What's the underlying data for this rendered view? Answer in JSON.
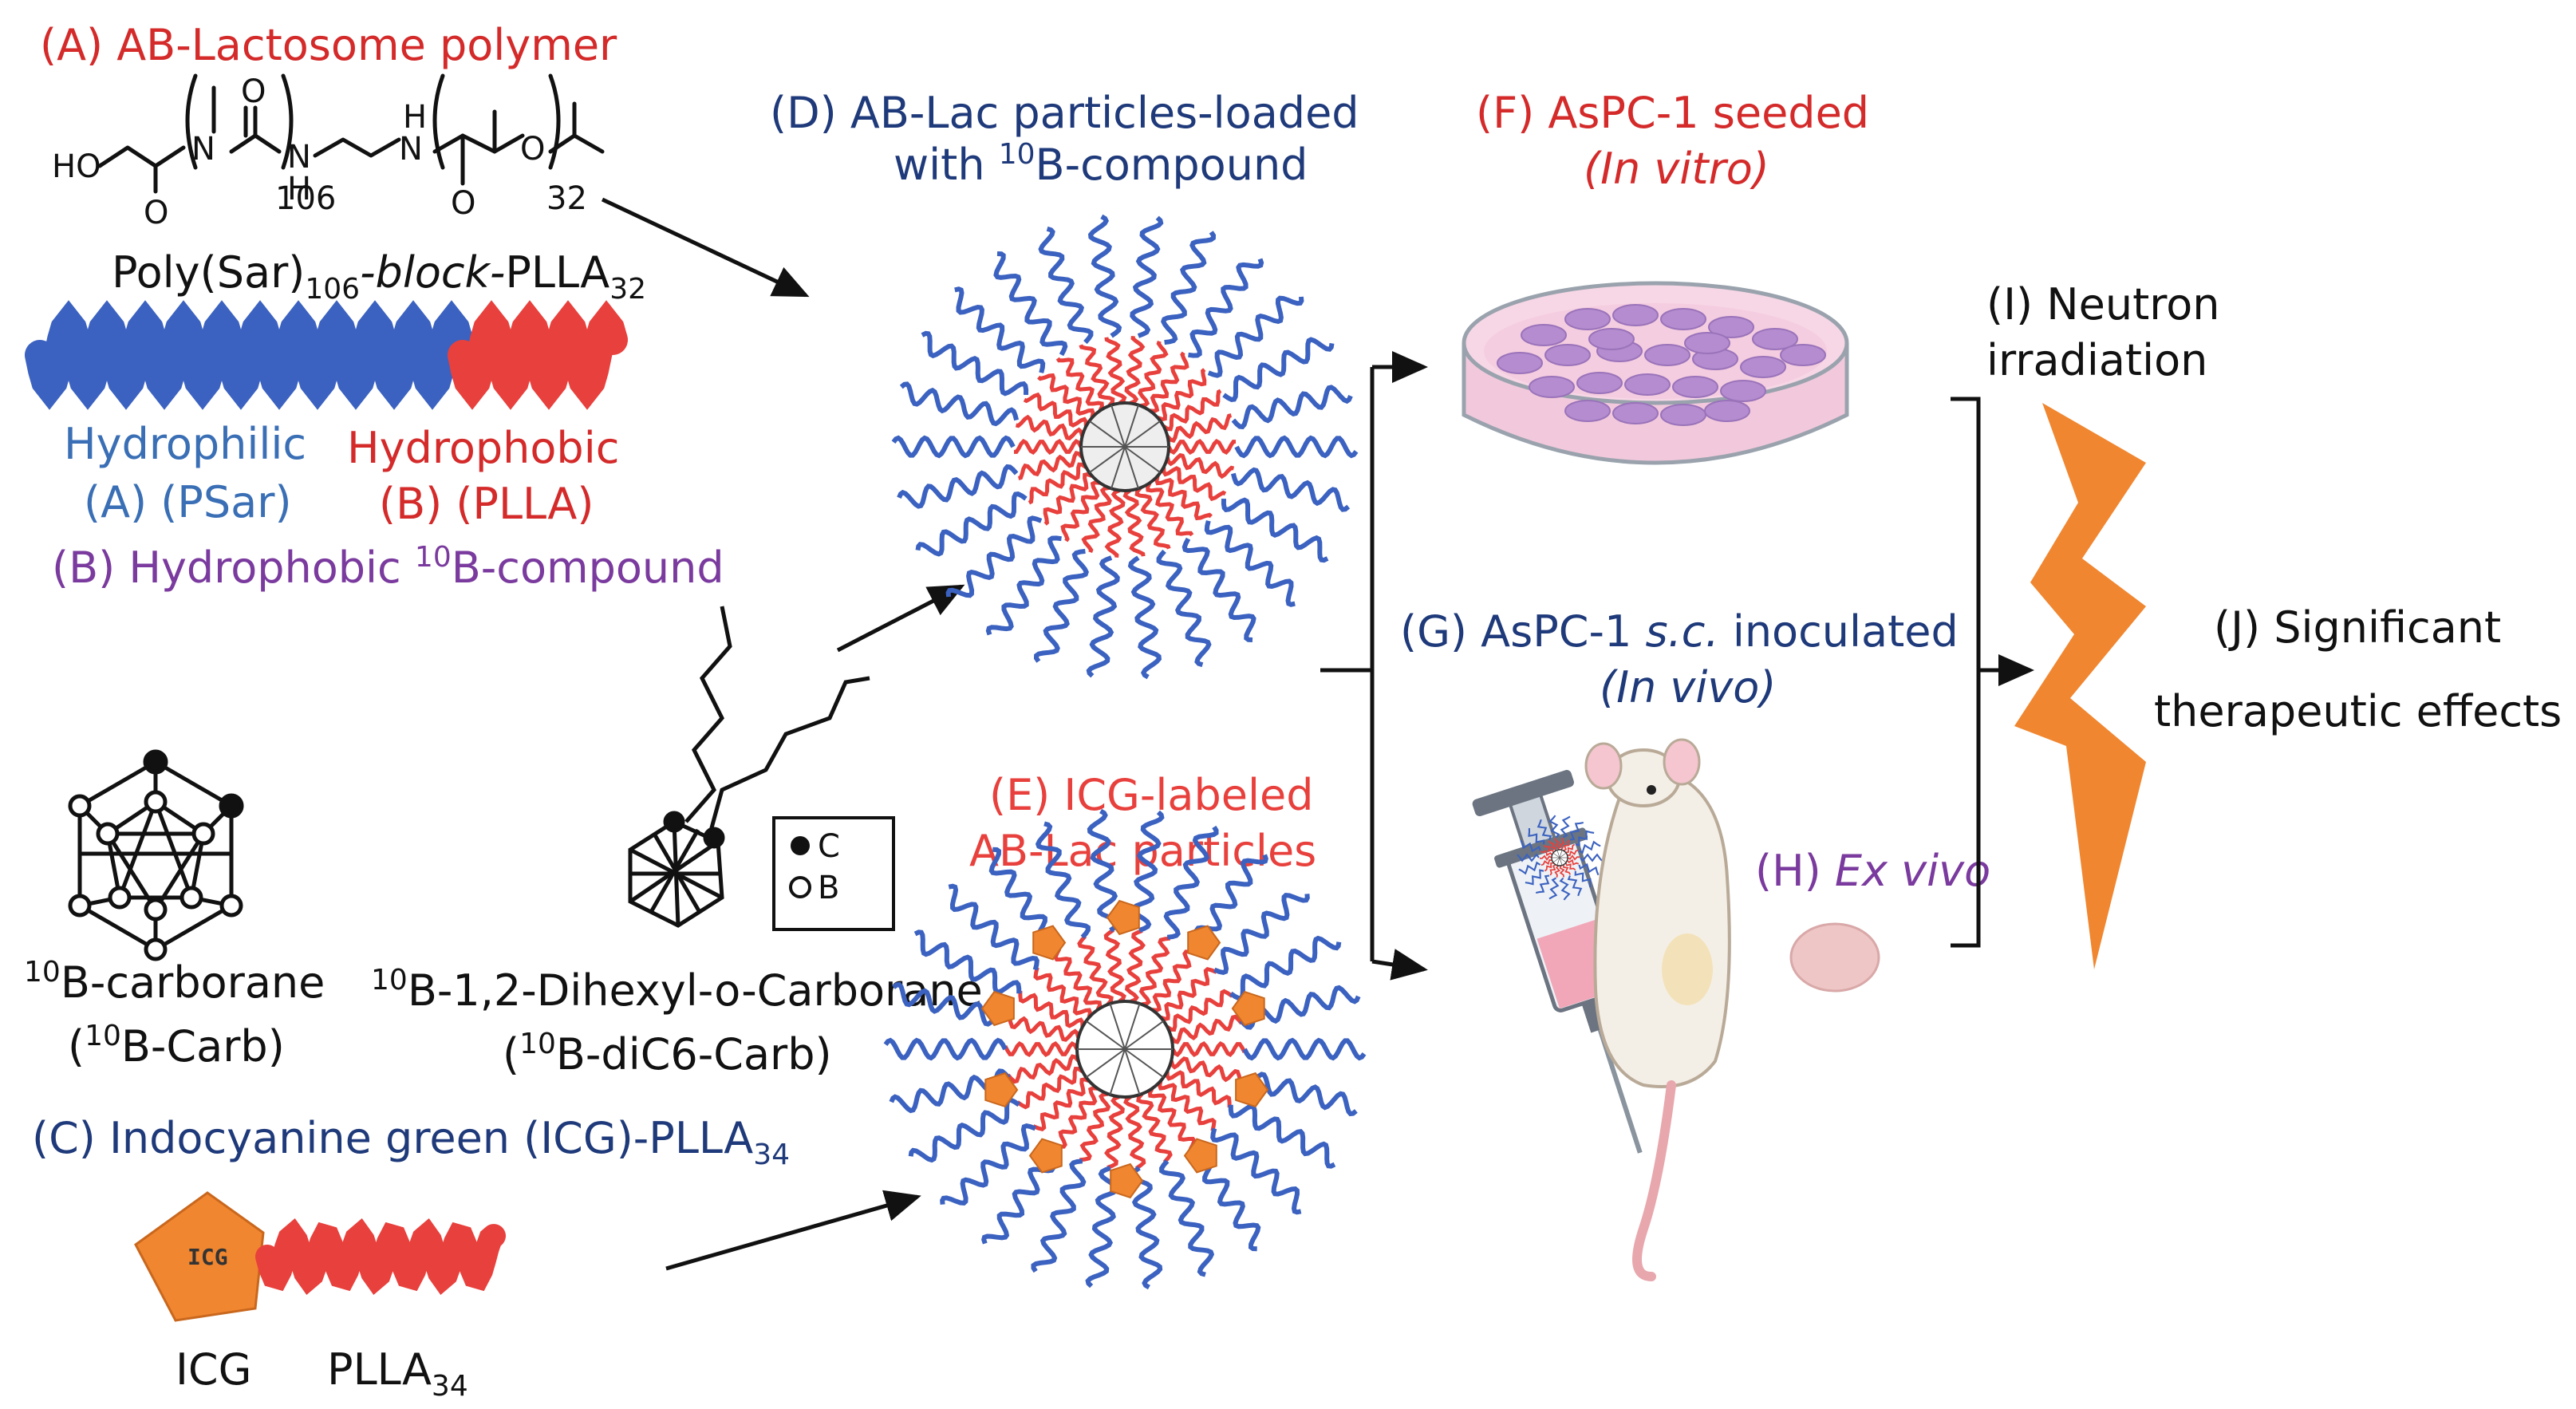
{
  "colors": {
    "red": "#d42a2a",
    "blue": "#1f3a7a",
    "lightblue": "#3a6fb5",
    "purple": "#7a3a9e",
    "black": "#111111",
    "orange": "#f08630",
    "polymer_blue": "#3b62c0",
    "polymer_red": "#e8403c",
    "dish_pink": "#f2c9dc",
    "cell_purple": "#b48ccf"
  },
  "labels": {
    "a_title": "(A) AB-Lactosome polymer",
    "a_formula_prefix": "Poly(Sar)",
    "a_formula_sub1": "106",
    "a_formula_mid": "-block-",
    "a_formula_plla": "PLLA",
    "a_formula_sub2": "32",
    "struct_ho": "HO",
    "struct_o": "O",
    "struct_n": "N",
    "struct_nh": "H",
    "struct_sub106": "106",
    "struct_sub32": "32",
    "hydrophilic": "Hydrophilic",
    "hydrophilic_part": "(A) (PSar)",
    "hydrophobic": "Hydrophobic",
    "hydrophobic_part": "(B) (PLLA)",
    "b_title_pre": "(B) Hydrophobic ",
    "b_title_sup": "10",
    "b_title_post": "B-compound",
    "carb_sup": "10",
    "carb_name": "B-carborane",
    "carb_abbr_pre": "(",
    "carb_abbr_post": "B-Carb)",
    "dic6_sup": "10",
    "dic6_name": "B-1,2-Dihexyl-o-Carborane",
    "dic6_abbr_pre": "(",
    "dic6_abbr_post": "B-diC6-Carb)",
    "legend_c": "C",
    "legend_b": "B",
    "c_title": "(C) Indocyanine green (ICG)-PLLA",
    "c_title_sub": "34",
    "icg_inside": "ICG",
    "icg_label": "ICG",
    "plla_label": "PLLA",
    "plla_sub": "34",
    "d_line1": "(D) AB-Lac particles-loaded",
    "d_line2_pre": "with ",
    "d_line2_sup": "10",
    "d_line2_post": "B-compound",
    "e_line1": "(E) ICG-labeled",
    "e_line2": "AB-Lac particles",
    "f_line1": "(F) AsPC-1 seeded",
    "f_line2": "(In vitro)",
    "g_line1_pre": "(G) AsPC-1 ",
    "g_line1_it": "s.c.",
    "g_line1_post": " inoculated",
    "g_line2": "(In vivo)",
    "h_pre": "(H) ",
    "h_it": "Ex vivo",
    "i_line1": "(I) Neutron",
    "i_line2": "irradiation",
    "j_line1": "(J) Significant",
    "j_line2": "therapeutic effects"
  }
}
